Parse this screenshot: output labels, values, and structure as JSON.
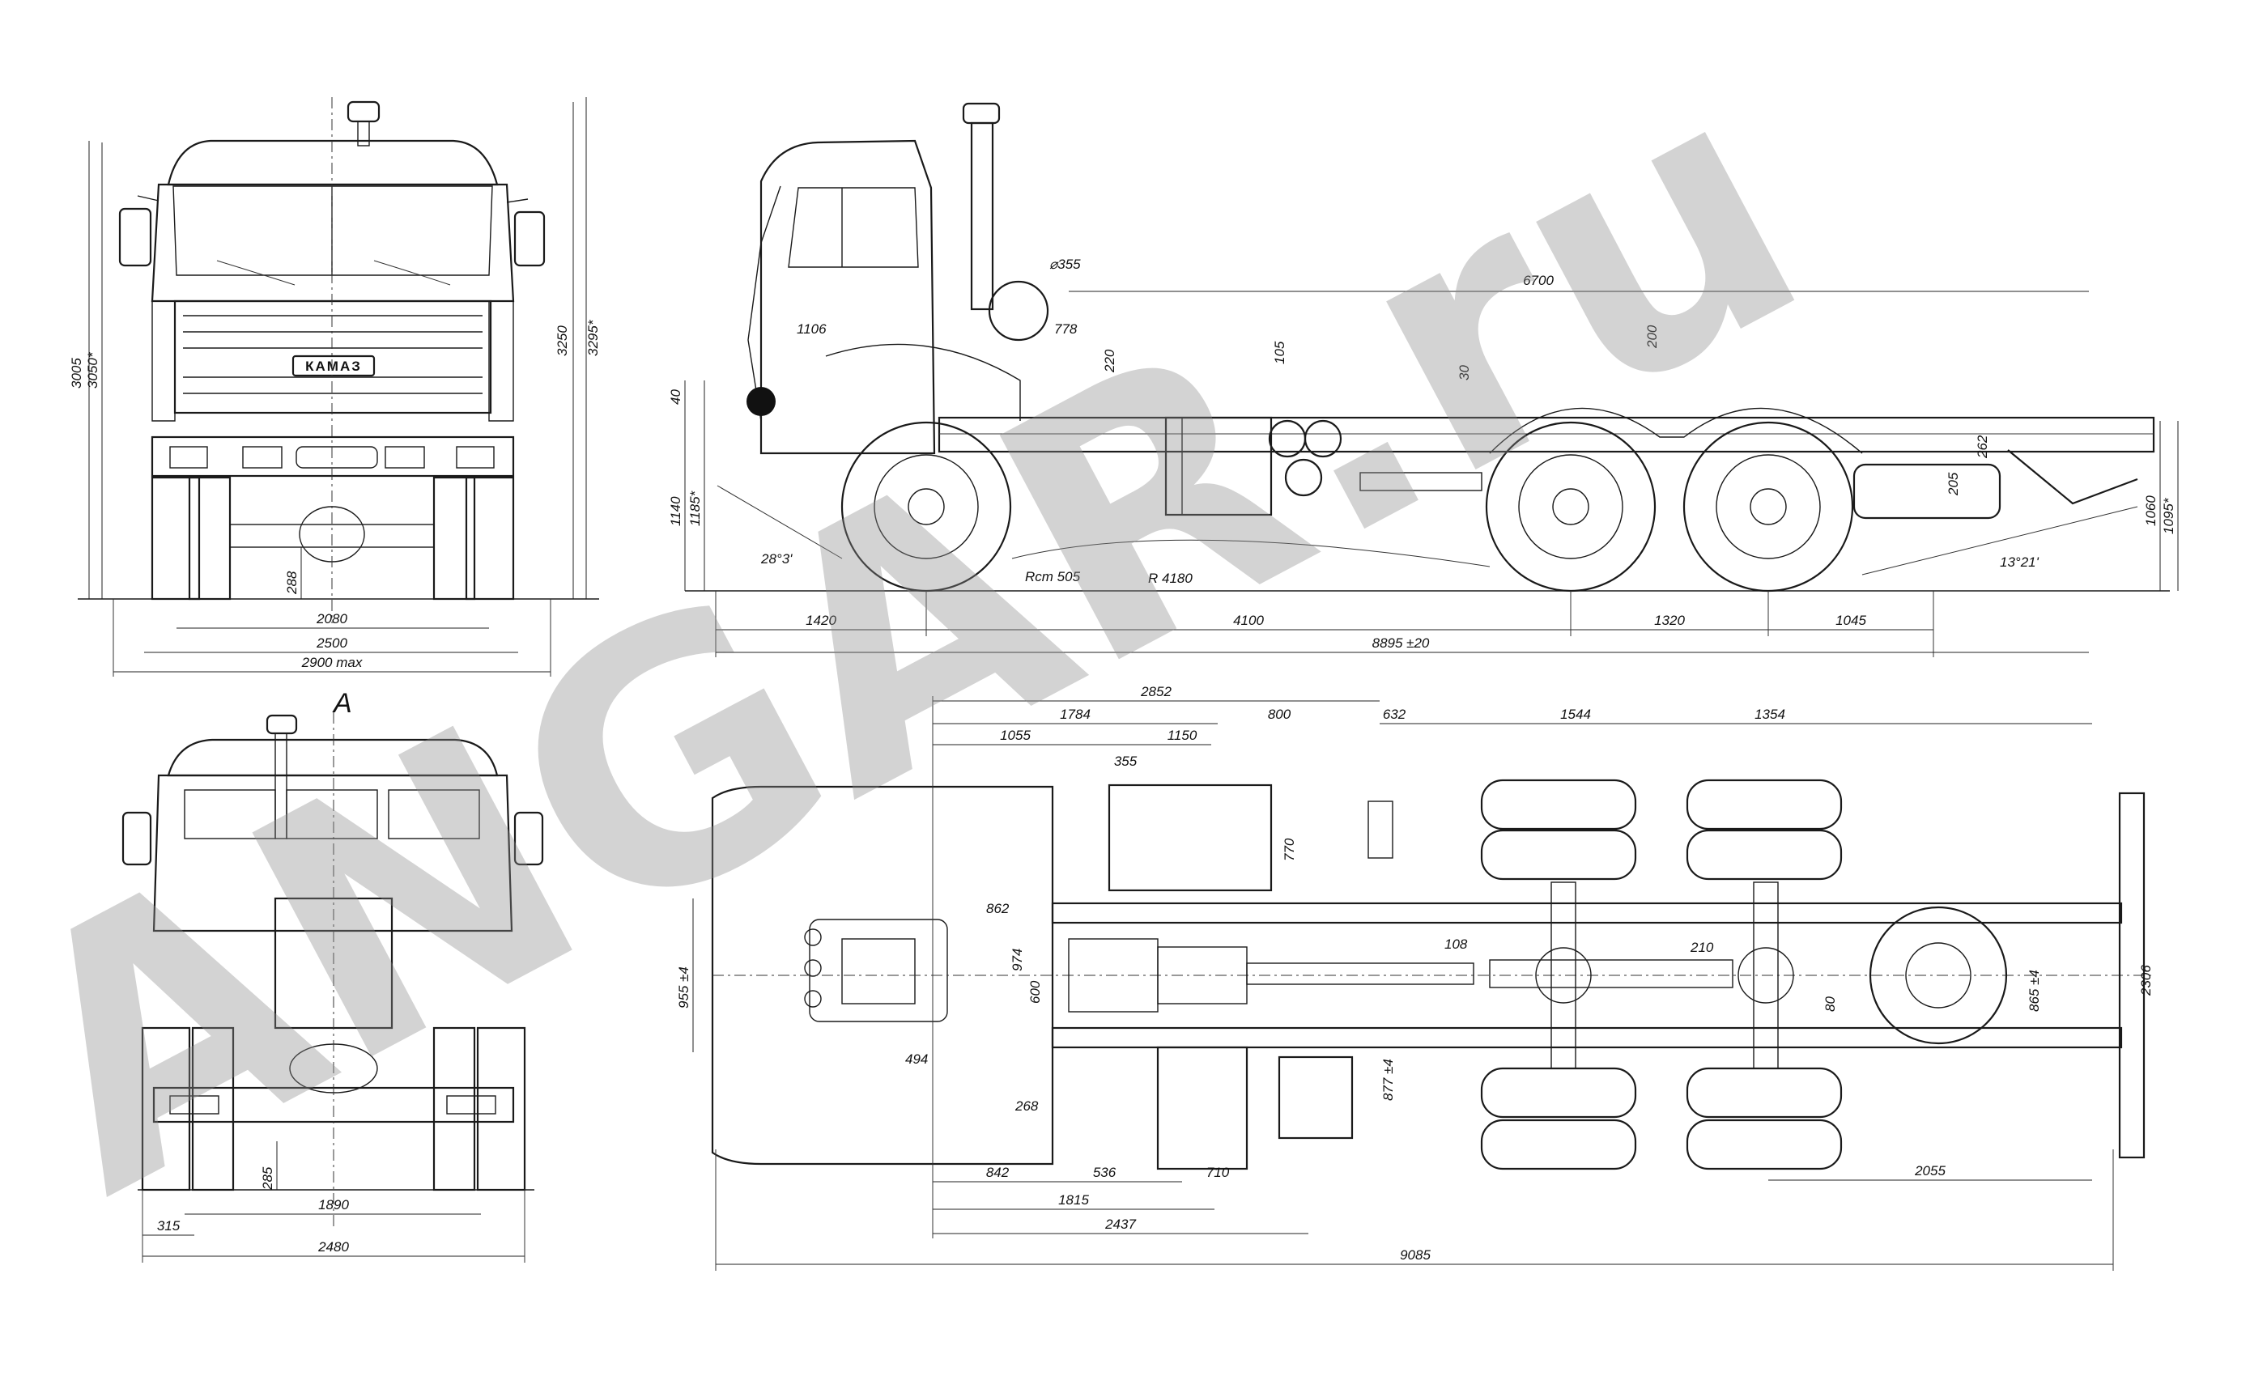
{
  "watermark": {
    "text": "ANGAR.ru",
    "color": "#8c8c8c"
  },
  "brand_plate": "КАМАЗ",
  "view_marker": "A",
  "front_view": {
    "height_left_1": "3005",
    "height_left_2": "3050*",
    "height_right_1": "3250",
    "height_right_2": "3295*",
    "ground_clearance": "288",
    "track": "2080",
    "width_2500": "2500",
    "width_max": "2900 max"
  },
  "side_view": {
    "frame_len": "6700",
    "exhaust_dia": "⌀355",
    "dim_1106": "1106",
    "dim_778": "778",
    "dim_220": "220",
    "dim_105": "105",
    "dim_30": "30",
    "dim_200": "200",
    "dim_262": "262",
    "dim_205": "205",
    "dim_40": "40",
    "dim_1140": "1140",
    "dim_1185": "1185*",
    "dim_1060": "1060",
    "dim_1095": "1095*",
    "approach_angle": "28°3'",
    "departure_angle": "13°21'",
    "turn_radius": "Rст 505",
    "ramp_radius": "R 4180",
    "dim_1420": "1420",
    "wheelbase": "4100",
    "dim_1320": "1320",
    "dim_1045": "1045",
    "overall_len": "8895 ±20"
  },
  "rear_view": {
    "dim_285": "285",
    "dim_1890": "1890",
    "dim_315": "315",
    "dim_2480": "2480"
  },
  "plan_view": {
    "dim_2852": "2852",
    "dim_1784": "1784",
    "dim_800": "800",
    "dim_632": "632",
    "dim_1544": "1544",
    "dim_1354": "1354",
    "dim_1055": "1055",
    "dim_1150": "1150",
    "dim_355": "355",
    "dim_770": "770",
    "dim_862": "862",
    "dim_974": "974",
    "dim_600": "600",
    "dim_955": "955 ±4",
    "dim_108": "108",
    "dim_210": "210",
    "dim_80": "80",
    "dim_865": "865 ±4",
    "dim_2306": "2306",
    "dim_494": "494",
    "dim_268": "268",
    "dim_877": "877 ±4",
    "dim_842": "842",
    "dim_536": "536",
    "dim_710": "710",
    "dim_1815": "1815",
    "dim_2437": "2437",
    "dim_2055": "2055",
    "dim_9085": "9085"
  }
}
